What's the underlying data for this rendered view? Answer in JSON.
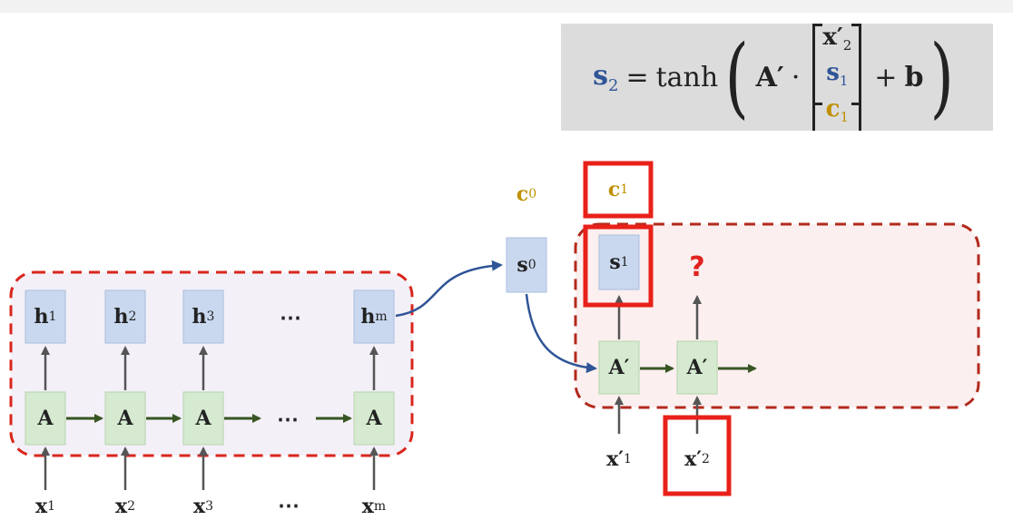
{
  "formula": {
    "lhs": "s",
    "lhs_sub": "2",
    "equals": "=",
    "func": "tanh",
    "matrix_name": "A′",
    "dot": "·",
    "matrix": [
      {
        "base": "x′",
        "sub": "2"
      },
      {
        "base": "s",
        "sub": "1"
      },
      {
        "base": "c",
        "sub": "1"
      }
    ],
    "plus": "+",
    "bias": "b"
  },
  "encoder": {
    "hidden": [
      {
        "base": "h",
        "sub": "1"
      },
      {
        "base": "h",
        "sub": "2"
      },
      {
        "base": "h",
        "sub": "3"
      },
      {
        "base": "h",
        "sub": "m"
      }
    ],
    "cell_label": "A",
    "inputs": [
      {
        "base": "x",
        "sub": "1"
      },
      {
        "base": "x",
        "sub": "2"
      },
      {
        "base": "x",
        "sub": "3"
      },
      {
        "base": "x",
        "sub": "m"
      }
    ],
    "ellipsis": "⋯"
  },
  "decoder": {
    "c0": {
      "base": "c",
      "sub": "0"
    },
    "s0": {
      "base": "s",
      "sub": "0"
    },
    "c1": {
      "base": "c",
      "sub": "1"
    },
    "s1": {
      "base": "s",
      "sub": "1"
    },
    "cell_label": "A′",
    "inputs": [
      {
        "base": "x′",
        "sub": "1"
      },
      {
        "base": "x′",
        "sub": "2"
      }
    ],
    "unknown": "?"
  },
  "colors": {
    "hidden_fill": "#c9d8ef",
    "cell_fill": "#d5ead0",
    "dashed_border": "#d9261c",
    "decoder_dashed_border": "#b22a1c",
    "highlight": "#e8211a",
    "blue_arrow": "#2f5597",
    "green_arrow": "#375623",
    "gold": "#bf9000"
  }
}
